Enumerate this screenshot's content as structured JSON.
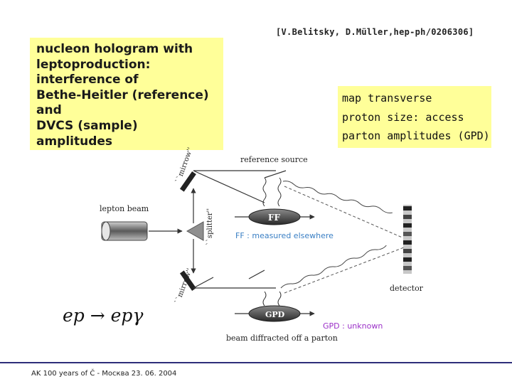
{
  "citation": "[V.Belitsky, D.Müller,hep-ph/0206306]",
  "left_box": {
    "lines": [
      "nucleon hologram with",
      "leptoproduction:",
      "interference of",
      "Bethe-Heitler (reference)",
      "and",
      "DVCS (sample)",
      "amplitudes"
    ]
  },
  "right_box": {
    "lines": [
      "map transverse",
      "proton size: access",
      "parton amplitudes (GPD)"
    ]
  },
  "diagram": {
    "reference_source": "reference source",
    "lepton_beam": "lepton beam",
    "mirror_top": "``mirrow''",
    "splitter": "``splitter''",
    "mirror_bottom": "``mirrow''",
    "ff_label": "FF",
    "ff_note": "FF : measured elsewhere",
    "gpd_label": "GPD",
    "gpd_note": "GPD : unknown",
    "detector": "detector",
    "beam_diffracted": "beam diffracted off a parton",
    "reaction": "ep → epγ",
    "colors": {
      "annotation_blue": "#3a7fc4",
      "annotation_purple": "#9b30c8"
    }
  },
  "footer": "AK 100 years of Č - Москва 23. 06. 2004"
}
